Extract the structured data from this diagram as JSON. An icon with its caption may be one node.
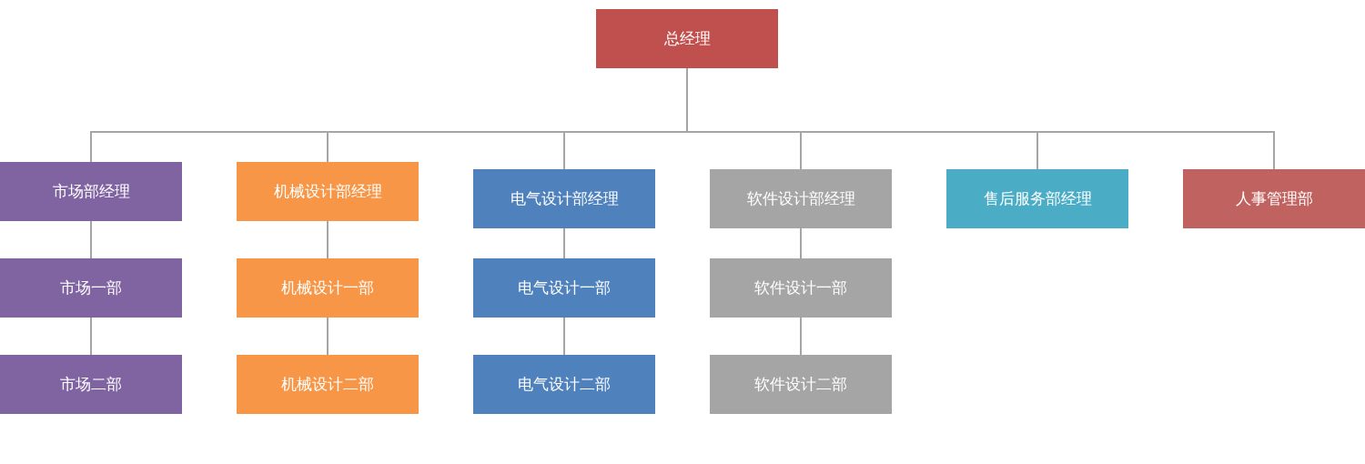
{
  "diagram": {
    "nodes": [
      {
        "text": [
          "总经理"
        ]
      },
      {
        "text": [
          "市场部经理"
        ]
      },
      {
        "text": [
          "机械设计部经理"
        ]
      },
      {
        "text": [
          "电气设计部经理"
        ]
      },
      {
        "text": [
          "软件设计部经理"
        ]
      },
      {
        "text": [
          "售后服务部经理"
        ]
      },
      {
        "text": [
          "人事管理部"
        ]
      },
      {
        "text": [
          "市场一部"
        ]
      },
      {
        "text": [
          "机械设计一部"
        ]
      },
      {
        "text": [
          "电气设计一部"
        ]
      },
      {
        "text": [
          "软件设计一部"
        ]
      },
      {
        "text": [
          "市场二部"
        ]
      },
      {
        "text": [
          "机械设计二部"
        ]
      },
      {
        "text": [
          "电气设计二部"
        ]
      },
      {
        "text": [
          "软件设计二部"
        ]
      }
    ],
    "edges": [
      {
        "from": 0,
        "to": 1,
        "arrow": "none"
      },
      {
        "from": 0,
        "to": 2,
        "arrow": "none"
      },
      {
        "from": 0,
        "to": 3,
        "arrow": "none"
      },
      {
        "from": 0,
        "to": 4,
        "arrow": "none"
      },
      {
        "from": 0,
        "to": 5,
        "arrow": "none"
      },
      {
        "from": 0,
        "to": 6,
        "arrow": "none"
      },
      {
        "from": 1,
        "to": 7,
        "arrow": "none"
      },
      {
        "from": 7,
        "to": 11,
        "arrow": "none"
      },
      {
        "from": 2,
        "to": 8,
        "arrow": "none"
      },
      {
        "from": 8,
        "to": 12,
        "arrow": "none"
      },
      {
        "from": 3,
        "to": 9,
        "arrow": "none"
      },
      {
        "from": 9,
        "to": 13,
        "arrow": "none"
      },
      {
        "from": 4,
        "to": 10,
        "arrow": "none"
      },
      {
        "from": 10,
        "to": 14,
        "arrow": "none"
      }
    ]
  }
}
